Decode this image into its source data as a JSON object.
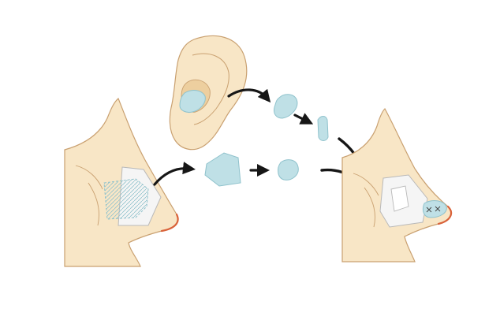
{
  "illustration": {
    "panels": [
      "left-nose-profile",
      "ear",
      "right-nose-profile"
    ],
    "cartilage_pieces": [
      "ear-cartilage-harvest",
      "ear-cartilage-shaped",
      "ear-cartilage-strut",
      "septal-cartilage-harvest",
      "septal-cartilage-shaped",
      "tip-graft"
    ],
    "arrows": [
      "ear-to-harvest-arrow",
      "harvest-to-strut-arrow",
      "strut-to-tip-arrow",
      "septum-to-harvest-arrow",
      "harvest-to-shaped-arrow",
      "shaped-to-tip-arrow"
    ]
  },
  "colors": {
    "skin": "#f8e6c6",
    "skin_shadow": "#edcf9f",
    "skin_outline": "#c9a070",
    "nasal_rim": "#d9623a",
    "cartilage": "#bfe0e6",
    "cartilage_outline": "#8fc2cc",
    "septum": "#f5f5f5",
    "septum_outline": "#b9b9b9",
    "arrow": "#161616"
  }
}
